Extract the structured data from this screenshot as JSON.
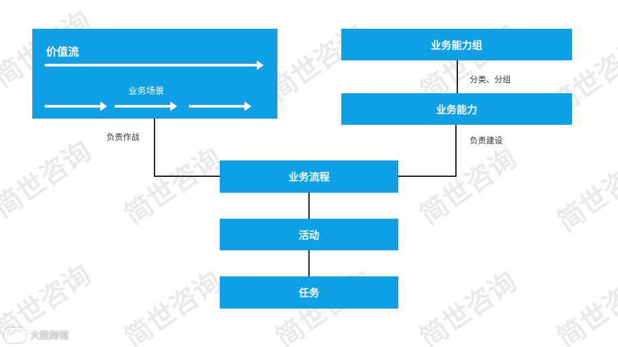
{
  "diagram": {
    "value_stream": {
      "title": "价值流",
      "sublabel": "业务场景"
    },
    "capability_group": {
      "label": "业务能力组"
    },
    "capability": {
      "label": "业务能力"
    },
    "process": {
      "label": "业务流程"
    },
    "activity": {
      "label": "活动"
    },
    "task": {
      "label": "任务"
    },
    "edges": {
      "vs_to_process": "负责作战",
      "group_to_capability": "分类、分组",
      "capability_to_process": "负责建设"
    },
    "colors": {
      "box": "#0ea0e4",
      "line": "#222222"
    }
  },
  "watermark": {
    "text": "简世咨询"
  },
  "footer": {
    "text": "大数跨境"
  }
}
